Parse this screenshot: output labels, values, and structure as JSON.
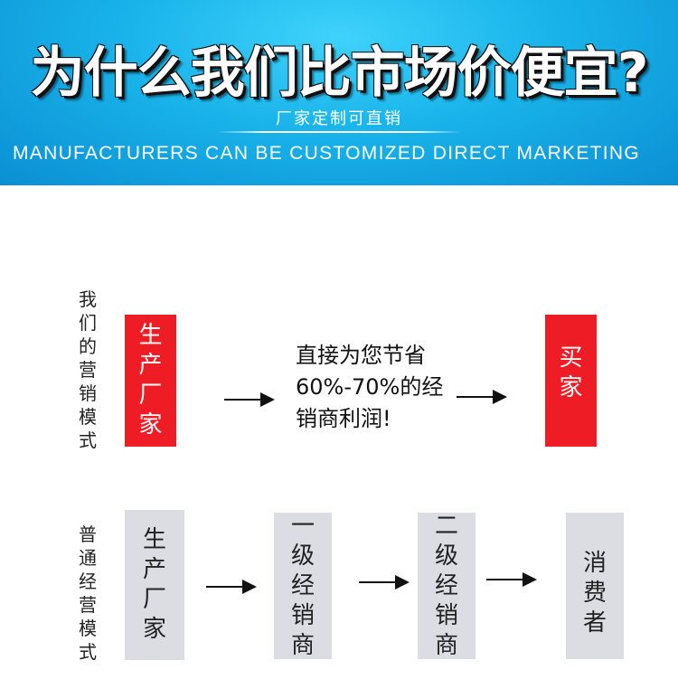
{
  "banner": {
    "title": "为什么我们比市场价便宜?",
    "subtitle": "厂家定制可直销",
    "english": "MANUFACTURERS CAN BE CUSTOMIZED DIRECT MARKETING"
  },
  "our_model": {
    "label": [
      "我",
      "们",
      "的",
      "营",
      "销",
      "模",
      "式"
    ],
    "producer": [
      "生",
      "产",
      "厂",
      "家"
    ],
    "savings_text": [
      "直接为您节省",
      "60%-70%的经",
      "销商利润!"
    ],
    "buyer": [
      "买",
      "家"
    ]
  },
  "normal_model": {
    "label": [
      "普",
      "通",
      "经",
      "营",
      "模",
      "式"
    ],
    "producer": [
      "生",
      "产",
      "厂",
      "家"
    ],
    "level1": [
      "一",
      "级",
      "经",
      "销",
      "商"
    ],
    "level2": [
      "二",
      "级",
      "经",
      "销",
      "商"
    ],
    "consumer": [
      "消",
      "费",
      "者"
    ]
  },
  "colors": {
    "accent_red": "#ee1c24",
    "box_gray": "#dcdde2",
    "banner_blue": "#19b3ea"
  },
  "icons": [
    "arrow-right-icon"
  ]
}
